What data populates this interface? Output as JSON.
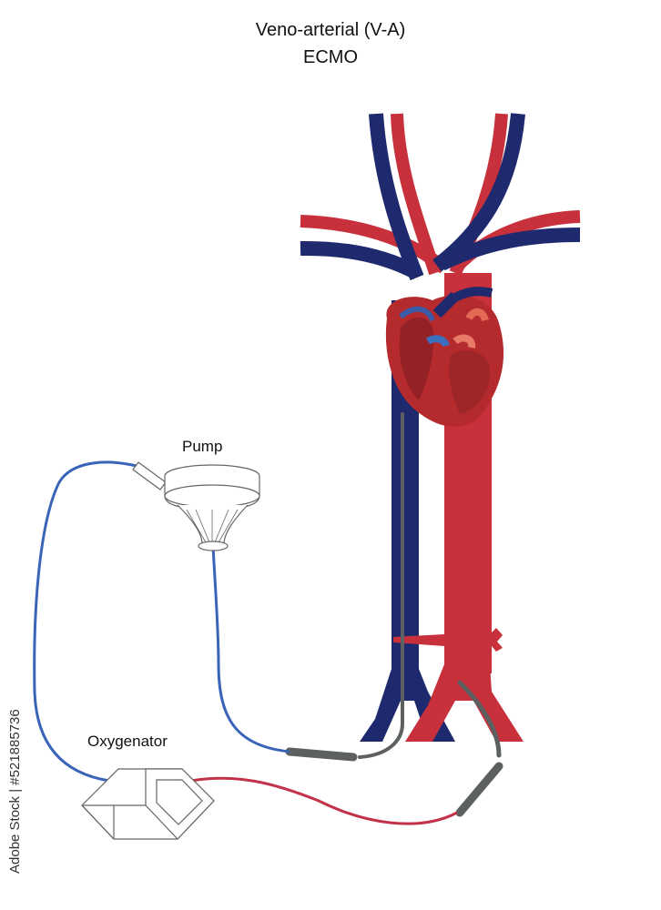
{
  "title": {
    "line1": "Veno-arterial (V-A)",
    "line2": "ECMO"
  },
  "labels": {
    "pump": "Pump",
    "oxygenator": "Oxygenator"
  },
  "watermark": "Adobe Stock | #521885736",
  "colors": {
    "vein": "#1f2a6e",
    "artery": "#c8303b",
    "venous_cannula_tube": "#3a64b8",
    "arterial_return_tube": "#c2334a",
    "cannula": "#5d6061",
    "heart": "#b52a2c",
    "device_outline": "#666666"
  },
  "icons": [
    "heart-icon",
    "pump-icon",
    "oxygenator-icon"
  ]
}
